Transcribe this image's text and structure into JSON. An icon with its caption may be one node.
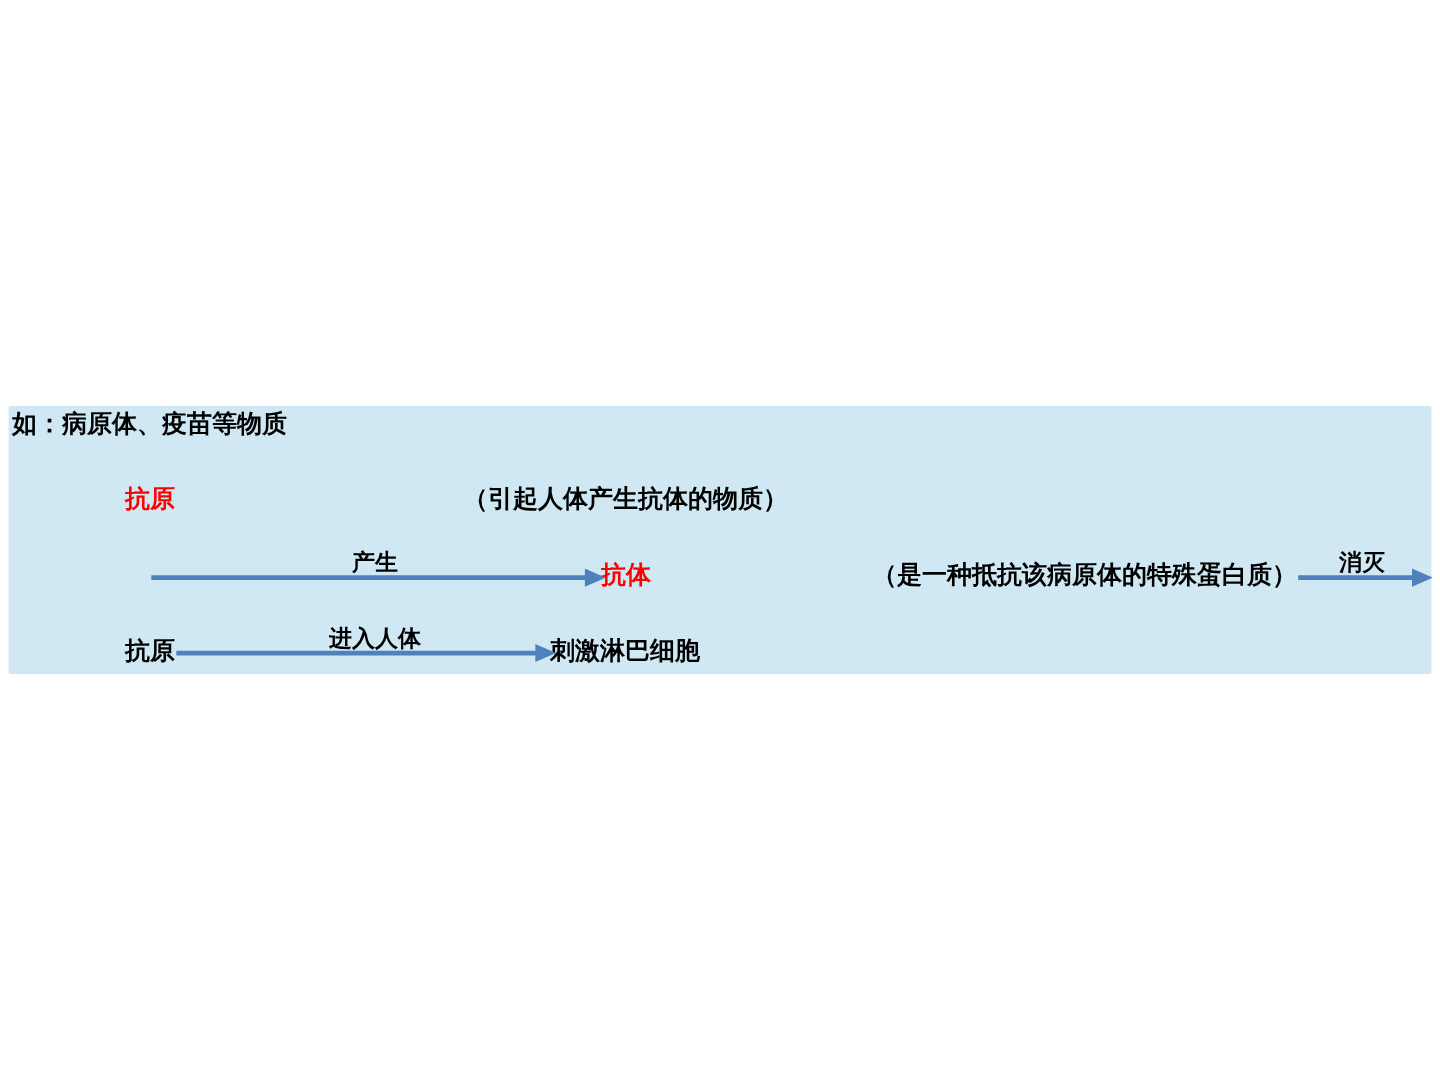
{
  "diagram": {
    "nodes": [
      {
        "text": [
          "抗原"
        ]
      },
      {
        "text": [
          "刺激淋巴细胞"
        ]
      },
      {
        "text": [
          "抗体"
        ]
      },
      {
        "text": [
          "（是一种抵抗该病原体的特殊蛋白质）"
        ]
      }
    ],
    "edges": [
      {
        "from": 0,
        "to": 1,
        "arrow": "to",
        "label": "进入人体"
      },
      {
        "from": null,
        "to": 2,
        "arrow": "to",
        "label": "产生"
      },
      {
        "from": 3,
        "to": null,
        "arrow": "to",
        "label": "消灭"
      }
    ],
    "labels": [
      "抗原",
      "（引起人体产生抗体的物质）",
      "如：病原体、疫苗等物质"
    ]
  }
}
